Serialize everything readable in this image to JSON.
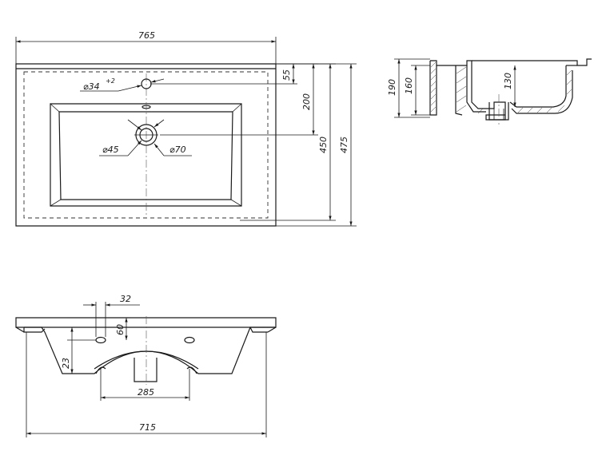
{
  "top_view": {
    "width_label": "765",
    "overflow_label": "55",
    "drain_offset_label": "200",
    "bowl_depth_label": "450",
    "overall_depth_label": "475",
    "tap_hole_label": "⌀34",
    "tap_hole_tolerance": "+2",
    "drain_inner_label": "⌀45",
    "drain_outer_label": "⌀70"
  },
  "side_view": {
    "height_190": "190",
    "height_160": "160",
    "depth_130": "130"
  },
  "front_view": {
    "spacing_32": "32",
    "hole_60": "60",
    "height_23": "23",
    "spacing_285": "285",
    "base_width_715": "715"
  }
}
